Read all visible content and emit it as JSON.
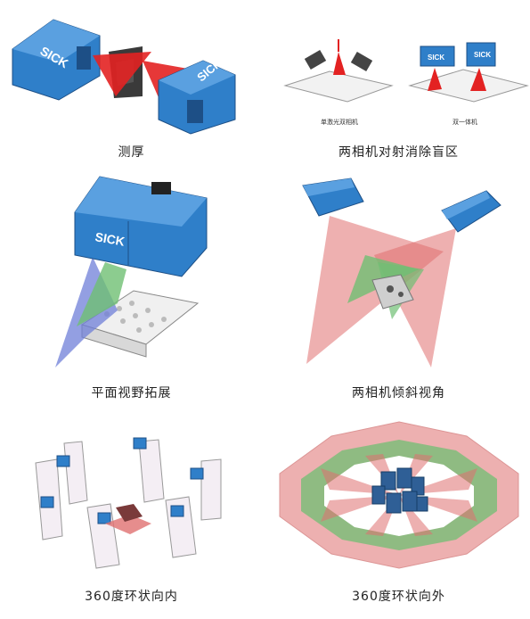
{
  "panels": [
    {
      "caption": "测厚",
      "brand": "SICK"
    },
    {
      "caption": "两相机对射消除盲区",
      "sub_left": "单激光双相机",
      "sub_right": "双一体机",
      "brand": "SICK"
    },
    {
      "caption": "平面视野拓展",
      "brand": "SICK"
    },
    {
      "caption": "两相机倾斜视角"
    },
    {
      "caption": "360度环状向内"
    },
    {
      "caption": "360度环状向外"
    }
  ],
  "colors": {
    "camera_blue": "#2f7fc9",
    "camera_dark": "#1d4f86",
    "laser_red": "#e32222",
    "fov_red": "#e07070",
    "fov_green": "#6fbf73",
    "fov_blue": "#6f7fd8"
  }
}
